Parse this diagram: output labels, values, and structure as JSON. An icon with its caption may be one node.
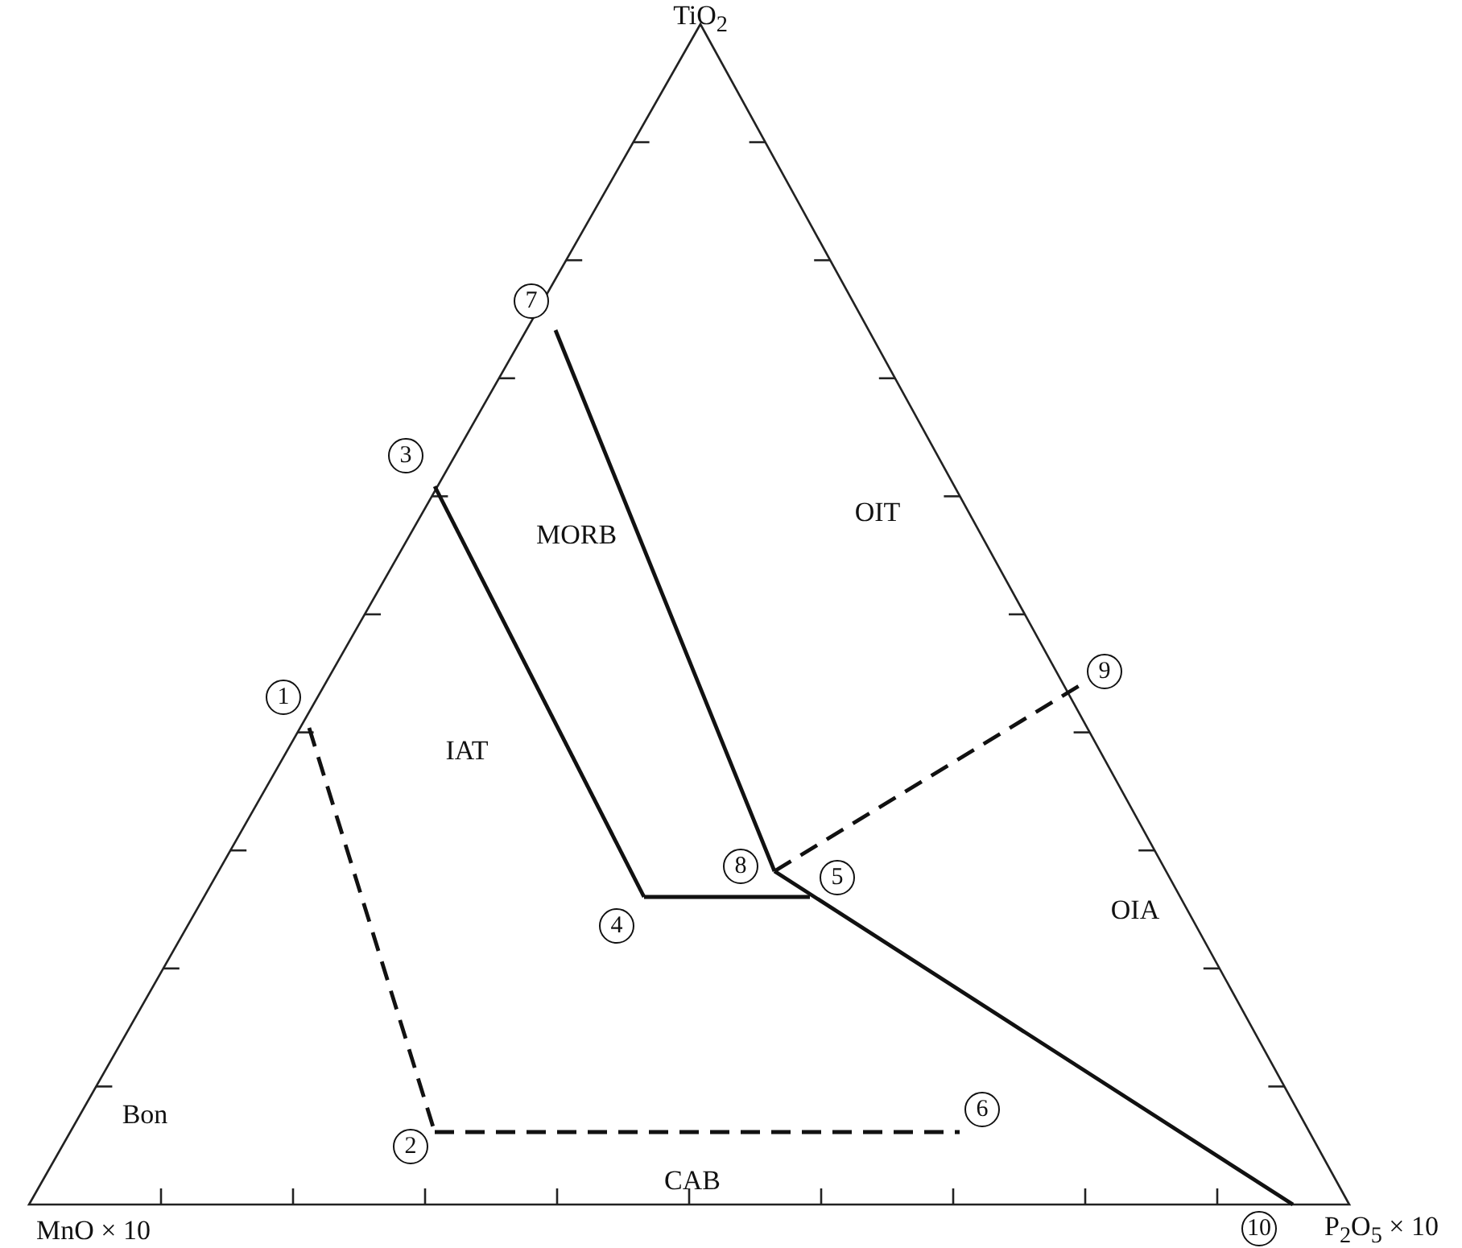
{
  "diagram": {
    "labels": [
      "TiO$_{2}$",
      "7",
      "3",
      "OIT",
      "MORB",
      "9",
      "1",
      "IAT",
      "8",
      "5",
      "OIA",
      "4",
      "6",
      "Bon",
      "2",
      "CAB",
      "MnO × 10",
      "10",
      "P$_{2}$O$_{5}$ × 10"
    ]
  }
}
